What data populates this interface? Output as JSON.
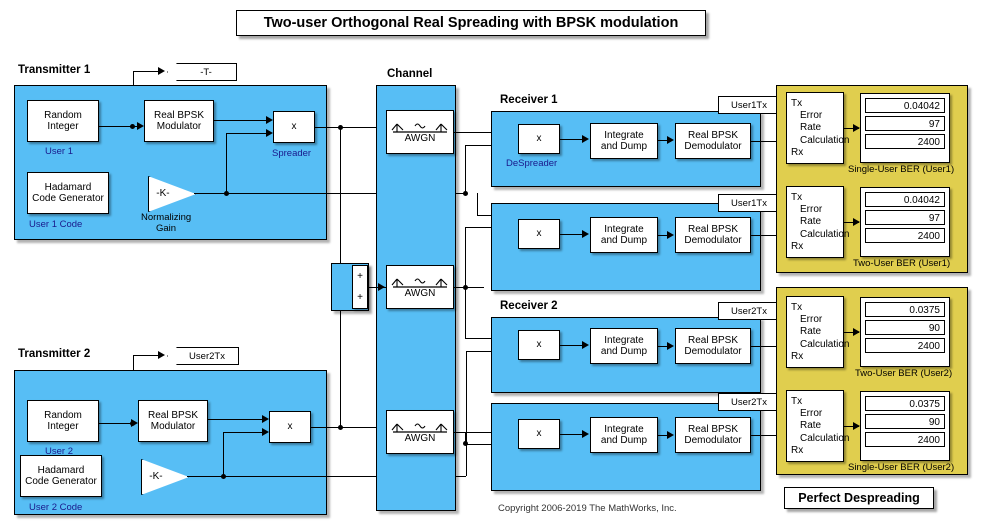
{
  "title": "Two-user Orthogonal Real Spreading with BPSK modulation",
  "copyright": "Copyright 2006-2019 The MathWorks, Inc.",
  "footer_banner": "Perfect Despreading",
  "transmitter1": {
    "title": "Transmitter 1",
    "goto_tag": "-T-",
    "random_integer": "Random\nInteger",
    "random_integer_l1": "Random",
    "random_integer_l2": "Integer",
    "random_integer_caption": "User 1",
    "modulator_l1": "Real BPSK",
    "modulator_l2": "Modulator",
    "spreader_symbol": "x",
    "spreader_caption": "Spreader",
    "code_generator_l1": "Hadamard",
    "code_generator_l2": "Code Generator",
    "code_generator_caption": "User 1 Code",
    "gain_label": "-K-",
    "gain_caption_l1": "Normalizing",
    "gain_caption_l2": "Gain"
  },
  "transmitter2": {
    "title": "Transmitter 2",
    "goto_tag": "User2Tx",
    "random_integer_l1": "Random",
    "random_integer_l2": "Integer",
    "random_integer_caption": "User 2",
    "modulator_l1": "Real BPSK",
    "modulator_l2": "Modulator",
    "spreader_symbol": "x",
    "code_generator_l1": "Hadamard",
    "code_generator_l2": "Code Generator",
    "code_generator_caption": "User 2 Code",
    "gain_label": "-K-"
  },
  "channel": {
    "title": "Channel",
    "awgn_label": "AWGN",
    "sum_plus_top": "+",
    "sum_plus_bottom": "+"
  },
  "receiver1": {
    "title": "Receiver 1",
    "despreader_symbol": "x",
    "despreader_caption": "DeSpreader",
    "integrate_l1": "Integrate",
    "integrate_l2": "and Dump",
    "demod_l1": "Real BPSK",
    "demod_l2": "Demodulator"
  },
  "receiver1b": {
    "despreader_symbol": "x",
    "integrate_l1": "Integrate",
    "integrate_l2": "and Dump",
    "demod_l1": "Real BPSK",
    "demod_l2": "Demodulator"
  },
  "receiver2": {
    "title": "Receiver 2",
    "despreader_symbol": "x",
    "integrate_l1": "Integrate",
    "integrate_l2": "and Dump",
    "demod_l1": "Real BPSK",
    "demod_l2": "Demodulator"
  },
  "receiver2b": {
    "despreader_symbol": "x",
    "integrate_l1": "Integrate",
    "integrate_l2": "and Dump",
    "demod_l1": "Real BPSK",
    "demod_l2": "Demodulator"
  },
  "from_tags": {
    "user1tx_a": "User1Tx",
    "user1tx_b": "User1Tx",
    "user2tx_a": "User2Tx",
    "user2tx_b": "User2Tx"
  },
  "error_rate_block": {
    "tx_port": "Tx",
    "line2": "Error Rate",
    "line3": "Calculation",
    "rx_port": "Rx"
  },
  "results": [
    {
      "caption": "Single-User BER (User1)",
      "ber": "0.04042",
      "errors": "97",
      "bits": "2400"
    },
    {
      "caption": "Two-User BER  (User1)",
      "ber": "0.04042",
      "errors": "97",
      "bits": "2400"
    },
    {
      "caption": "Two-User BER (User2)",
      "ber": "0.0375",
      "errors": "90",
      "bits": "2400"
    },
    {
      "caption": "Single-User BER (User2)",
      "ber": "0.0375",
      "errors": "90",
      "bits": "2400"
    }
  ],
  "colors": {
    "subsystem_blue": "#57BEF5",
    "results_yellow": "#E0CE4E",
    "caption_blue": "#1a1a8c",
    "line": "#000000",
    "background": "#FFFFFF"
  }
}
